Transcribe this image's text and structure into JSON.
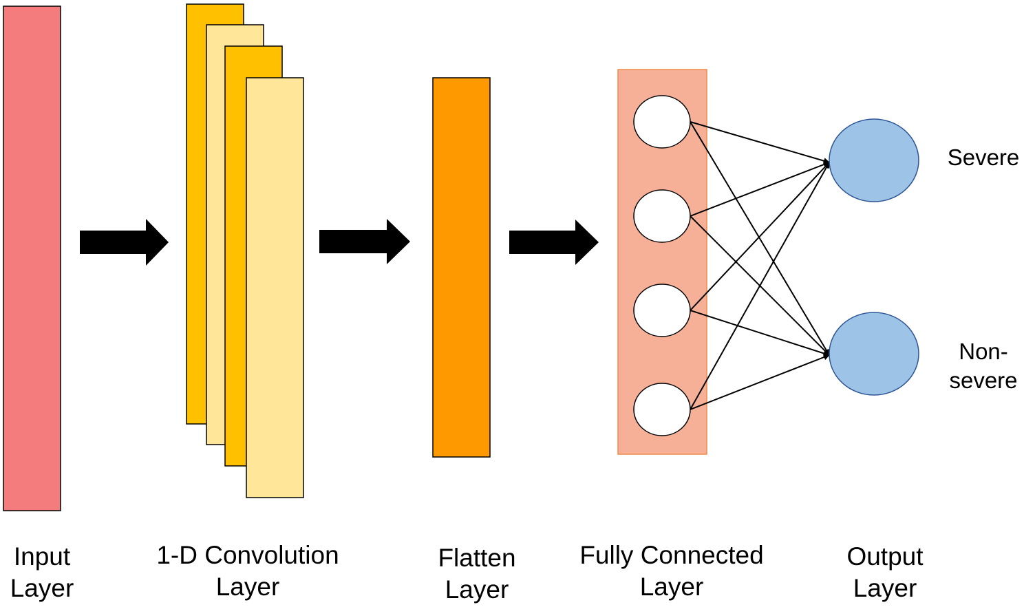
{
  "labels": {
    "input": [
      "Input",
      "Layer"
    ],
    "conv": [
      "1-D Convolution",
      "Layer"
    ],
    "flatten": [
      "Flatten",
      "Layer"
    ],
    "fc": [
      "Fully Connected",
      "Layer"
    ],
    "output": [
      "Output",
      "Layer"
    ]
  },
  "classes": {
    "severe": "Severe",
    "non_severe": [
      "Non-",
      "severe"
    ]
  },
  "colors": {
    "input": "#f47c7c",
    "conv_dark": "#ffc000",
    "conv_light": "#ffe699",
    "flatten": "#ff9900",
    "fc_box": "#f5b097",
    "fc_box_border": "#f08b4b",
    "neuron": "#ffffff",
    "output_neuron": "#9dc3e6",
    "output_border": "#2f5597",
    "arrow": "#000000"
  },
  "structure": {
    "conv_feature_maps": 4,
    "fc_neurons": 4,
    "output_neurons": 2
  }
}
